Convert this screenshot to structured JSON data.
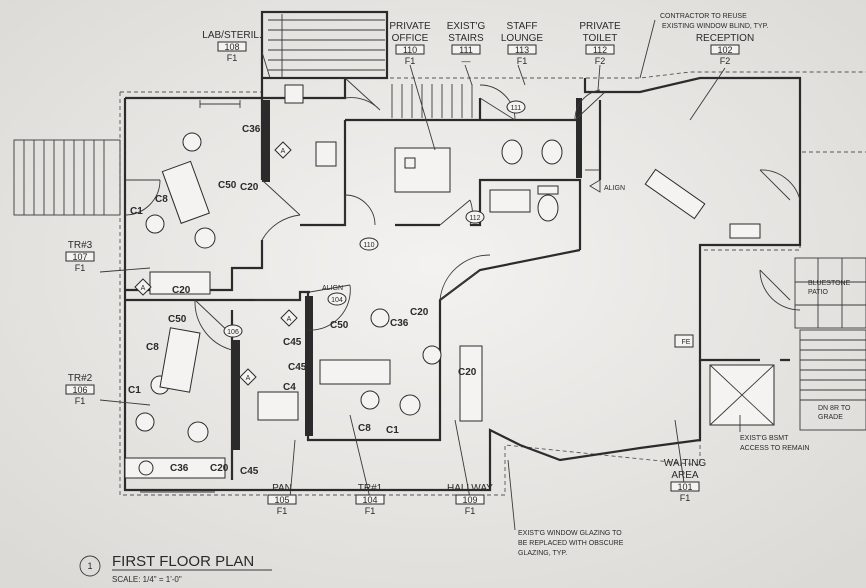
{
  "title": "FIRST FLOOR PLAN",
  "scale": "SCALE: 1/4\" = 1'-0\"",
  "detail_number": "1",
  "rooms": [
    {
      "name": "LAB/STERIL.",
      "number": "108",
      "floor": "F1"
    },
    {
      "name": "PRIVATE OFFICE",
      "number": "110",
      "floor": "F1"
    },
    {
      "name": "EXIST'G STAIRS",
      "number": "111",
      "floor": "—"
    },
    {
      "name": "STAFF LOUNGE",
      "number": "113",
      "floor": "F1"
    },
    {
      "name": "PRIVATE TOILET",
      "number": "112",
      "floor": "F2"
    },
    {
      "name": "RECEPTION",
      "number": "102",
      "floor": "F2"
    },
    {
      "name": "TR#3",
      "number": "107",
      "floor": "F1"
    },
    {
      "name": "TR#2",
      "number": "106",
      "floor": "F1"
    },
    {
      "name": "PAN",
      "number": "105",
      "floor": "F1"
    },
    {
      "name": "TR#1",
      "number": "104",
      "floor": "F1"
    },
    {
      "name": "HALLWAY",
      "number": "109",
      "floor": "F1"
    },
    {
      "name": "WAITING AREA",
      "number": "101",
      "floor": "F1"
    }
  ],
  "notes": {
    "window_blind": "CONTRACTOR TO REUSE EXISTING WINDOW BLIND, TYP.",
    "window_glazing": "EXIST'G WINDOW GLAZING TO BE REPLACED WITH OBSCURE GLAZING, TYP.",
    "access": "EXIST'G BSMT ACCESS TO REMAIN",
    "bluestone": "BLUESTONE PATIO",
    "grade": "DN 8R TO GRADE",
    "align_1": "ALIGN",
    "align_2": "ALIGN"
  },
  "fixtures": [
    "C36",
    "C50",
    "C20",
    "C1",
    "C8",
    "C20",
    "C50",
    "C8",
    "C1",
    "C36",
    "C20",
    "C45",
    "C50",
    "C20",
    "C36",
    "C45",
    "C4",
    "C20",
    "C8",
    "C1",
    "C45"
  ],
  "door_tags": [
    "111",
    "112",
    "110",
    "106",
    "104"
  ],
  "markers": [
    "A",
    "A",
    "A",
    "A",
    "FE"
  ]
}
